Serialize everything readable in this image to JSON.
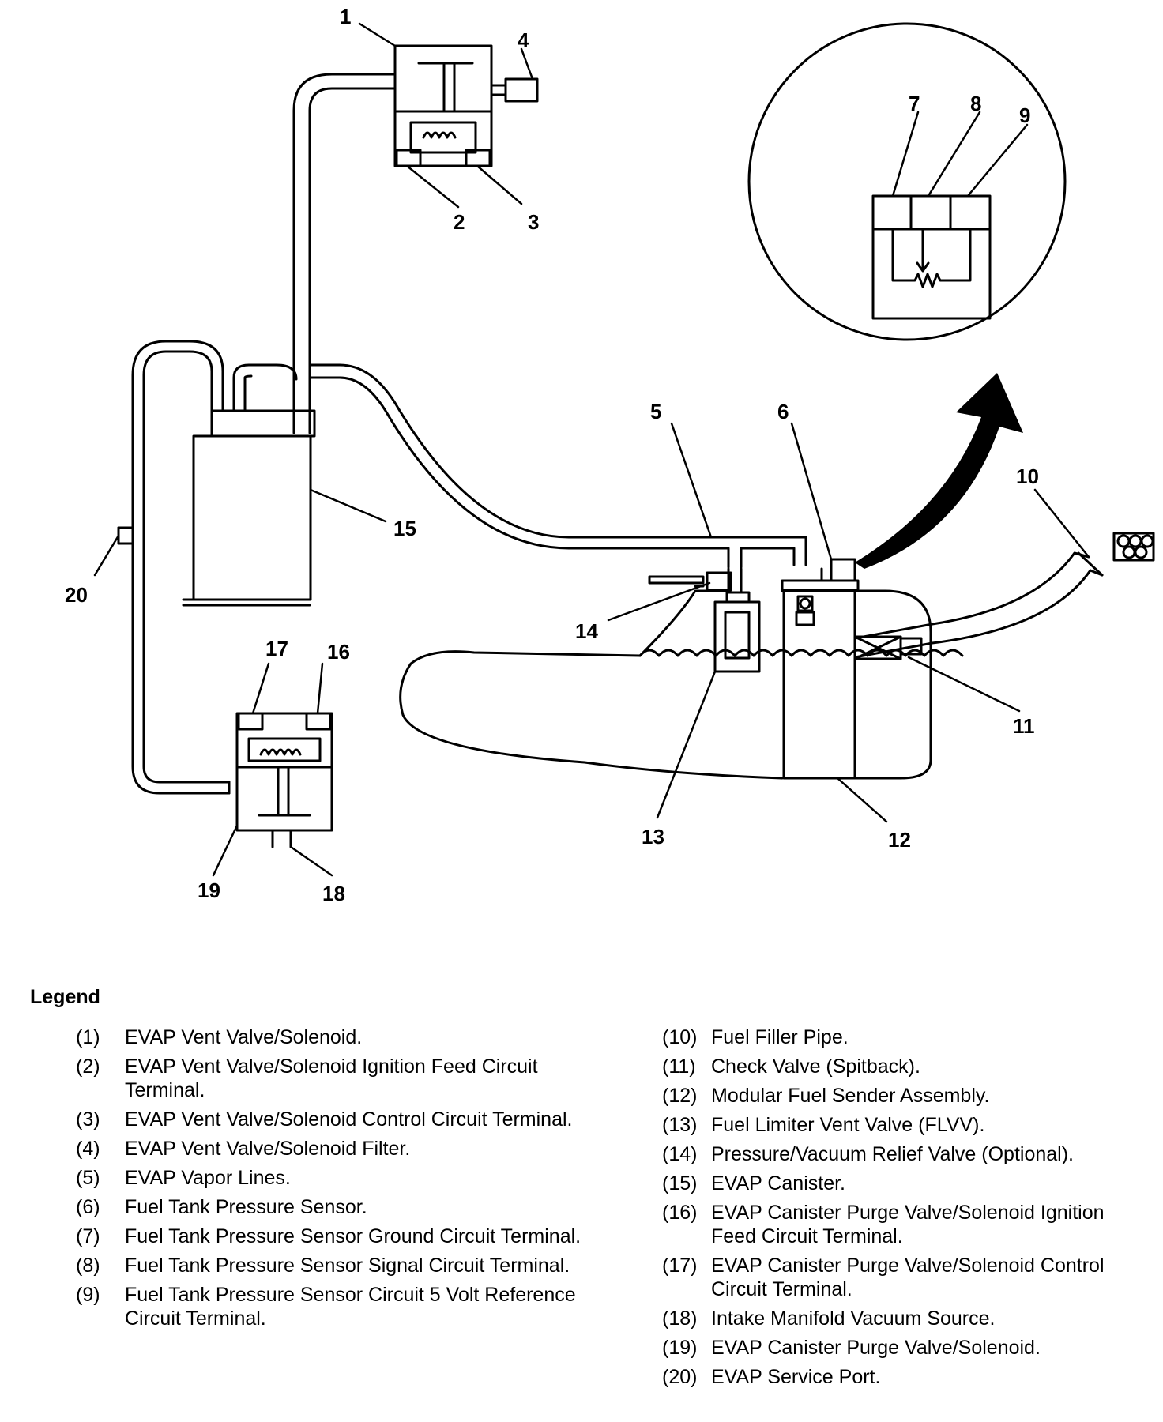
{
  "diagram": {
    "callouts": [
      "1",
      "2",
      "3",
      "4",
      "5",
      "6",
      "7",
      "8",
      "9",
      "10",
      "11",
      "12",
      "13",
      "14",
      "15",
      "16",
      "17",
      "18",
      "19",
      "20"
    ]
  },
  "legend": {
    "title": "Legend",
    "left_items": [
      {
        "num": "(1)",
        "text": "EVAP Vent Valve/Solenoid."
      },
      {
        "num": "(2)",
        "text": "EVAP Vent Valve/Solenoid Ignition Feed Circuit Terminal."
      },
      {
        "num": "(3)",
        "text": "EVAP Vent Valve/Solenoid Control Circuit Terminal."
      },
      {
        "num": "(4)",
        "text": "EVAP Vent Valve/Solenoid Filter."
      },
      {
        "num": "(5)",
        "text": "EVAP Vapor Lines."
      },
      {
        "num": "(6)",
        "text": "Fuel Tank Pressure Sensor."
      },
      {
        "num": "(7)",
        "text": "Fuel Tank Pressure Sensor Ground Circuit Terminal."
      },
      {
        "num": "(8)",
        "text": "Fuel Tank Pressure Sensor Signal Circuit Terminal."
      },
      {
        "num": "(9)",
        "text": "Fuel Tank Pressure Sensor Circuit 5 Volt Reference Circuit Terminal."
      }
    ],
    "right_items": [
      {
        "num": "(10)",
        "text": "Fuel Filler Pipe."
      },
      {
        "num": "(11)",
        "text": "Check Valve (Spitback)."
      },
      {
        "num": "(12)",
        "text": "Modular Fuel Sender Assembly."
      },
      {
        "num": "(13)",
        "text": "Fuel Limiter Vent Valve (FLVV)."
      },
      {
        "num": "(14)",
        "text": "Pressure/Vacuum Relief Valve (Optional)."
      },
      {
        "num": "(15)",
        "text": "EVAP Canister."
      },
      {
        "num": "(16)",
        "text": "EVAP Canister Purge Valve/Solenoid Ignition Feed Circuit Terminal."
      },
      {
        "num": "(17)",
        "text": "EVAP Canister Purge Valve/Solenoid Control Circuit Terminal."
      },
      {
        "num": "(18)",
        "text": "Intake Manifold Vacuum Source."
      },
      {
        "num": "(19)",
        "text": "EVAP Canister Purge Valve/Solenoid."
      },
      {
        "num": "(20)",
        "text": "EVAP Service Port."
      }
    ]
  }
}
